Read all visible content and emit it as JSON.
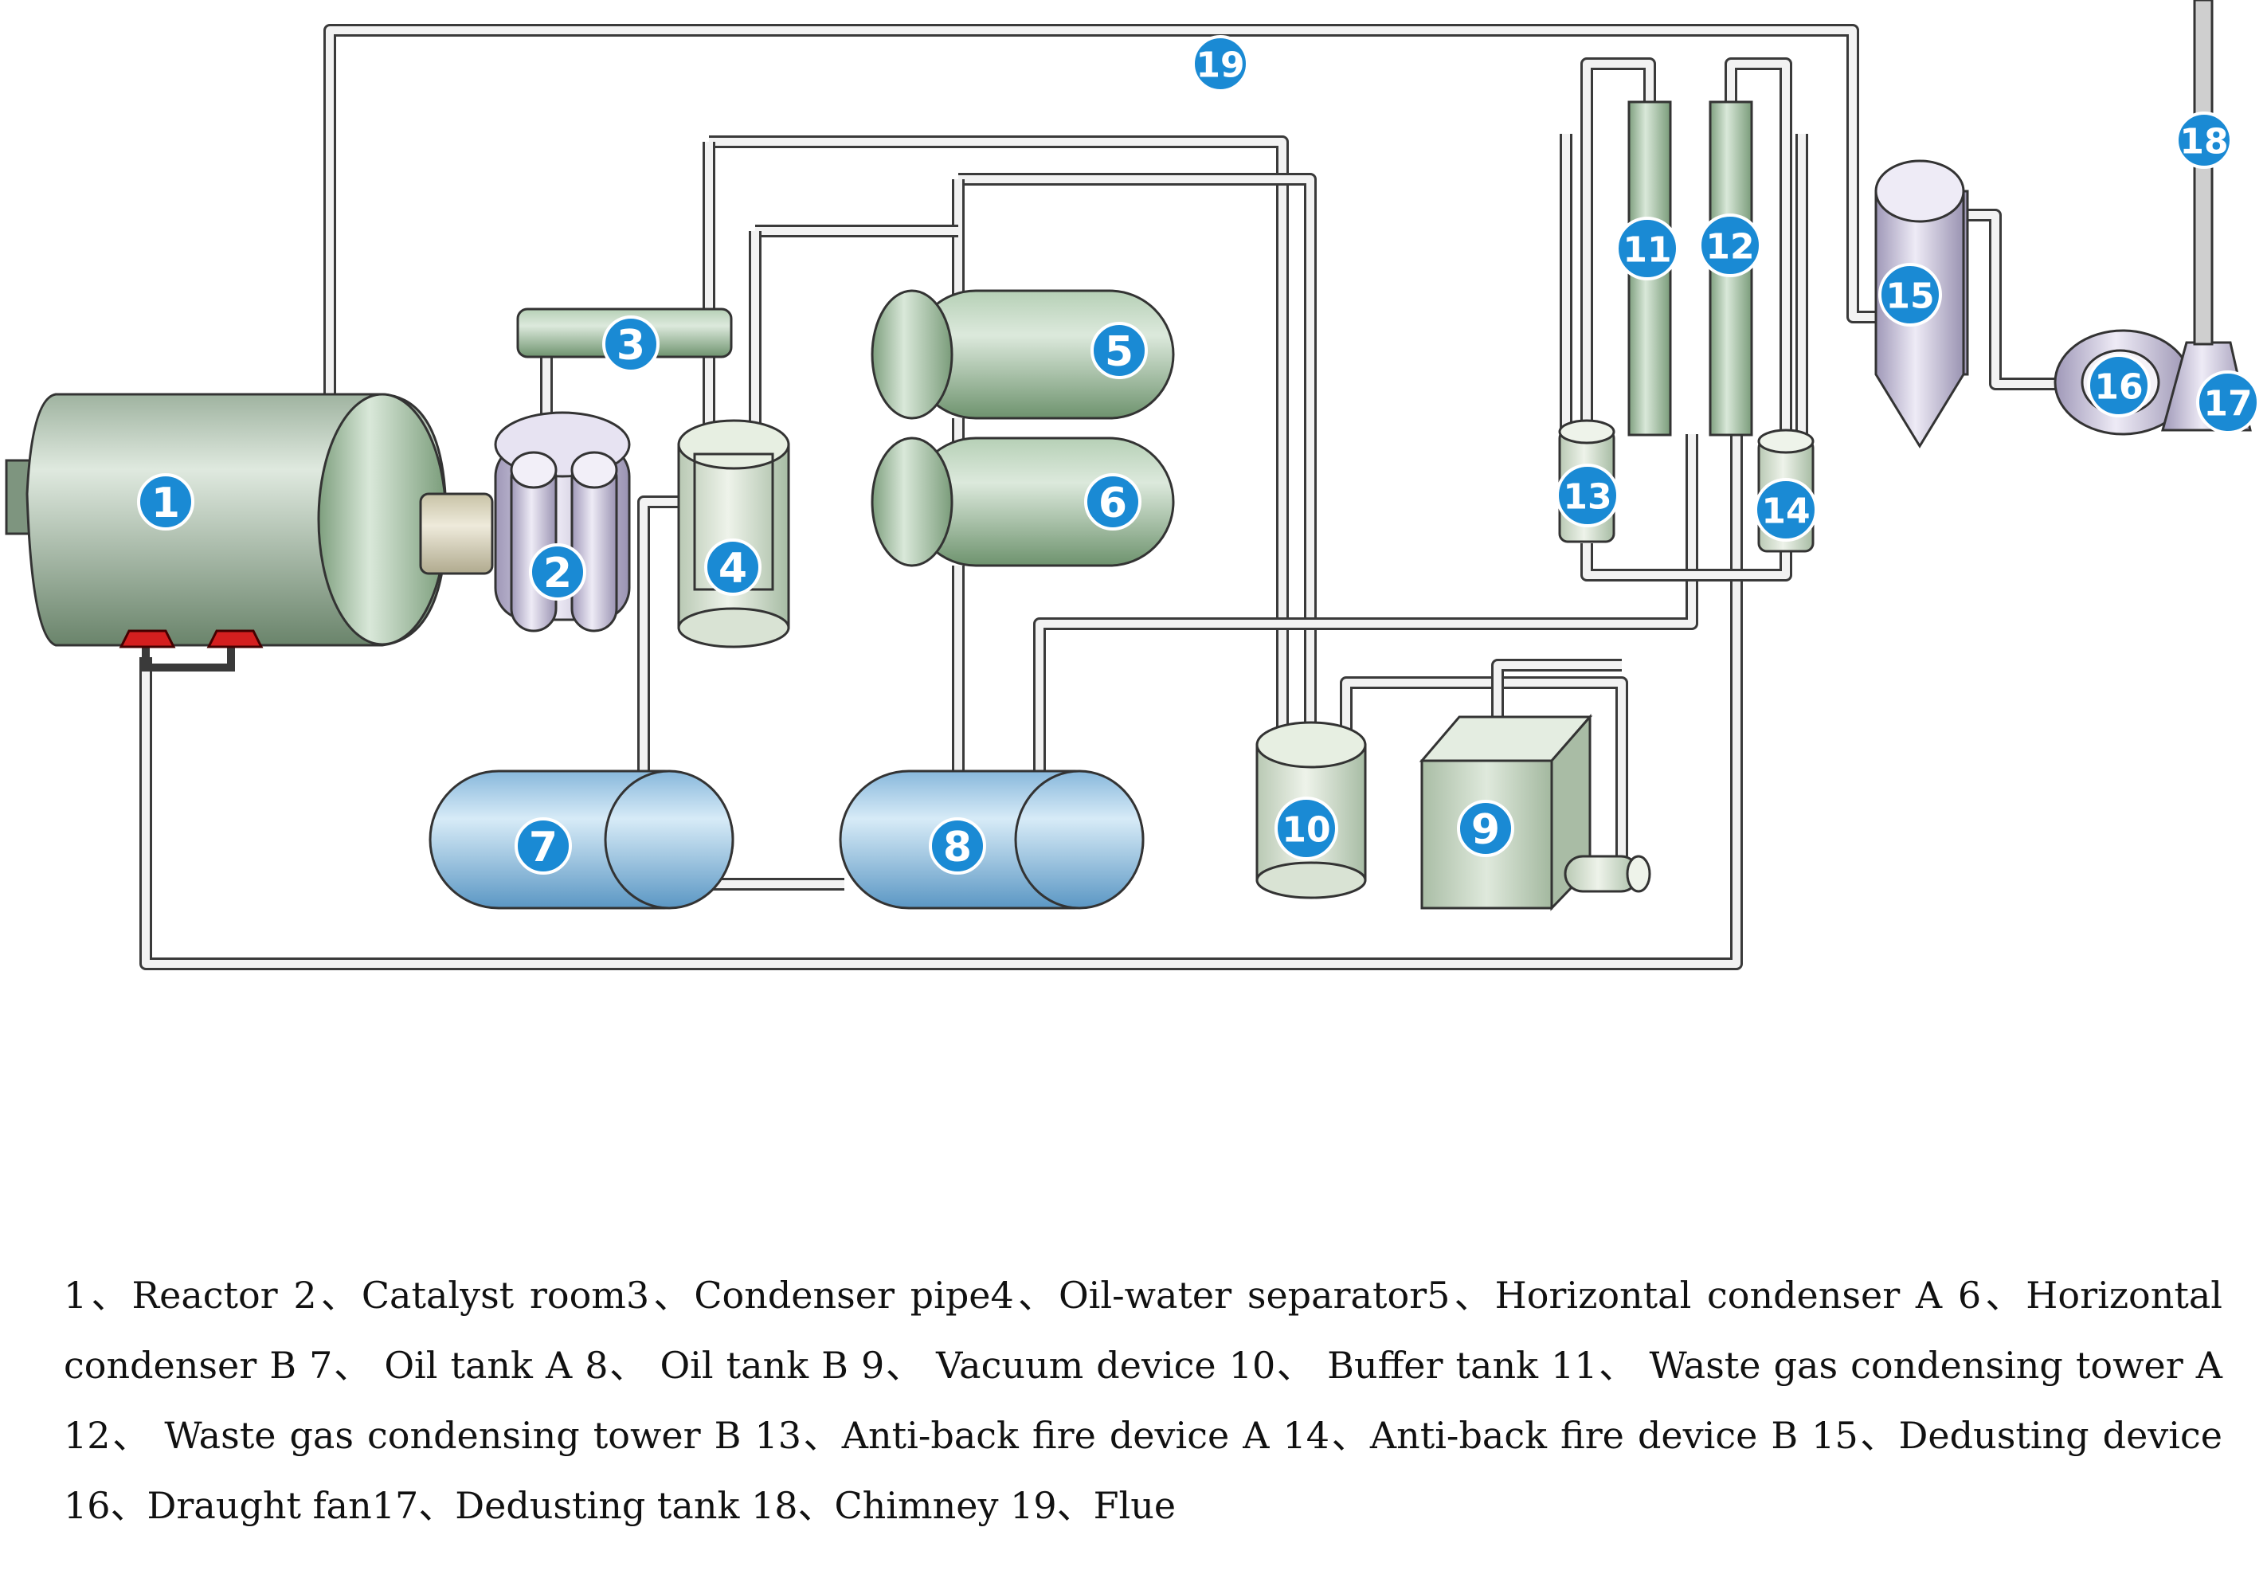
{
  "diagram": {
    "labels": [
      "1",
      "2",
      "3",
      "4",
      "5",
      "6",
      "7",
      "8",
      "9",
      "10",
      "11",
      "12",
      "13",
      "14",
      "15",
      "16",
      "17",
      "18",
      "19"
    ]
  },
  "legend": {
    "text": "1、Reactor 2、Catalyst room3、Condenser pipe4、Oil-water separator5、Horizontal condenser A 6、Horizontal condenser B 7、 Oil tank A 8、 Oil tank B 9、 Vacuum device 10、 Buffer tank 11、 Waste gas condensing tower A 12、 Waste gas condensing tower B 13、Anti-back fire device A 14、Anti-back fire device B 15、Dedusting device 16、Draught fan17、Dedusting tank 18、Chimney 19、Flue"
  },
  "colors": {
    "badge": "#1a8ad4",
    "pipe": "#f2f2f2",
    "green_vessel": "#9dbf9d",
    "green_dark": "#6f946f",
    "blue_tank": "#9fc9e6",
    "purple": "#c8c2da",
    "burner": "#d41f1f"
  }
}
